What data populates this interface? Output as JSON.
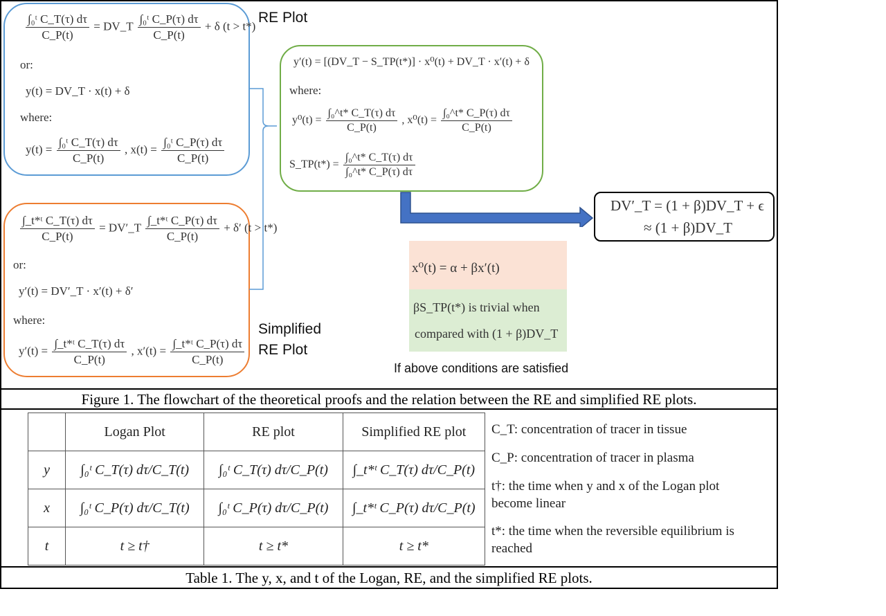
{
  "figure": {
    "re_plot_label": "RE Plot",
    "simplified_label_line1": "Simplified",
    "simplified_label_line2": "RE Plot",
    "re_box": {
      "eq1_lhs_num": "∫₀ᵗ C_T(τ) dτ",
      "eq1_lhs_den": "C_P(t)",
      "eq1_mid": "= DV_T",
      "eq1_rhs_num": "∫₀ᵗ C_P(τ) dτ",
      "eq1_rhs_den": "C_P(t)",
      "eq1_tail": "+ δ    (t > t*)",
      "or": "or:",
      "eq2": "y(t) = DV_T · x(t) + δ",
      "where": "where:",
      "y_lhs": "y(t) =",
      "y_num": "∫₀ᵗ C_T(τ) dτ",
      "y_den": "C_P(t)",
      "x_lhs": ",    x(t) =",
      "x_num": "∫₀ᵗ C_P(τ) dτ",
      "x_den": "C_P(t)"
    },
    "simplified_box": {
      "eq1_lhs_num": "∫_t*ᵗ C_T(τ) dτ",
      "eq1_lhs_den": "C_P(t)",
      "eq1_mid": "= DV′_T",
      "eq1_rhs_num": "∫_t*ᵗ C_P(τ) dτ",
      "eq1_rhs_den": "C_P(t)",
      "eq1_tail": "+ δ′    (t > t*)",
      "or": "or:",
      "eq2": "y′(t) = DV′_T · x′(t) + δ′",
      "where": "where:",
      "y_lhs": "y′(t) =",
      "y_num": "∫_t*ᵗ C_T(τ) dτ",
      "y_den": "C_P(t)",
      "x_lhs": ",    x′(t) =",
      "x_num": "∫_t*ᵗ C_P(τ) dτ",
      "x_den": "C_P(t)"
    },
    "green_box": {
      "eq_top": "y′(t) = [(DV_T − S_TP(t*)] · x⁰(t) + DV_T · x′(t) + δ",
      "where": "where:",
      "y0_lhs": "y⁰(t) =",
      "y0_num": "∫₀^t* C_T(τ) dτ",
      "y0_den": "C_P(t)",
      "x0_lhs": ",    x⁰(t) =",
      "x0_num": "∫₀^t* C_P(τ) dτ",
      "x0_den": "C_P(t)",
      "stp_lhs": "S_TP(t*) =",
      "stp_num": "∫₀^t* C_T(τ) dτ",
      "stp_den": "∫₀^t* C_P(τ) dτ"
    },
    "result_box": {
      "line1": "DV′_T = (1 + β)DV_T + ϵ",
      "line2": "≈ (1 + β)DV_T"
    },
    "conditions": {
      "cond1": "x⁰(t) = α + βx′(t)",
      "cond2_line1": "βS_TP(t*) is trivial when",
      "cond2_line2": "compared with (1 + β)DV_T",
      "note": "If above conditions are satisfied"
    },
    "caption": "Figure 1. The flowchart of the theoretical proofs and the relation between the RE and simplified RE plots."
  },
  "table": {
    "headers": [
      "",
      "Logan Plot",
      "RE plot",
      "Simplified RE plot"
    ],
    "rows": [
      {
        "label": "y",
        "cells": [
          "∫₀ᵗ C_T(τ) dτ/C_T(t)",
          "∫₀ᵗ C_T(τ) dτ/C_P(t)",
          "∫_t*ᵗ C_T(τ) dτ/C_P(t)"
        ]
      },
      {
        "label": "x",
        "cells": [
          "∫₀ᵗ C_P(τ) dτ/C_T(t)",
          "∫₀ᵗ C_P(τ) dτ/C_P(t)",
          "∫_t*ᵗ C_P(τ) dτ/C_P(t)"
        ]
      },
      {
        "label": "t",
        "cells": [
          "t ≥ t†",
          "t ≥ t*",
          "t ≥ t*"
        ]
      }
    ],
    "legend": [
      "C_T: concentration of tracer in tissue",
      "C_P: concentration of tracer in plasma",
      "t†: the time when y and x of the Logan plot",
      "become linear",
      "t*: the time when the reversible equilibrium is",
      "reached"
    ],
    "caption": "Table 1. The y, x, and t of the Logan, RE, and the simplified RE plots."
  },
  "colors": {
    "blue_border": "#5b9bd5",
    "orange_border": "#ed7d31",
    "green_border": "#70ad47",
    "arrow": "#4472c4",
    "cond1_bg": "#fbe2d5",
    "cond2_bg": "#dcedd3"
  }
}
